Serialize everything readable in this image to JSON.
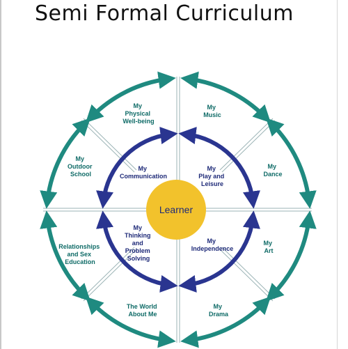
{
  "title": "Semi Formal Curriculum",
  "colors": {
    "teal": "#1f8a80",
    "navy": "#2a3590",
    "learner_circle": "#f2c22c",
    "spoke": "#9bb3b5",
    "outer_text": "#0f6b67",
    "inner_text": "#1e2a78"
  },
  "center": {
    "label": "Learner"
  },
  "inner_areas": [
    {
      "id": "communication",
      "lines": [
        "My",
        "Communication"
      ]
    },
    {
      "id": "play-and-leisure",
      "lines": [
        "My",
        "Play and",
        "Leisure"
      ]
    },
    {
      "id": "independence",
      "lines": [
        "My",
        "Independence"
      ]
    },
    {
      "id": "thinking-and-problem-solving",
      "lines": [
        "My",
        "Thinking",
        "and",
        "Problem",
        "Solving"
      ]
    }
  ],
  "outer_areas": [
    {
      "id": "physical-well-being",
      "lines": [
        "My",
        "Physical",
        "Well-being"
      ]
    },
    {
      "id": "music",
      "lines": [
        "My",
        "Music"
      ]
    },
    {
      "id": "dance",
      "lines": [
        "My",
        "Dance"
      ]
    },
    {
      "id": "art",
      "lines": [
        "My",
        "Art"
      ]
    },
    {
      "id": "drama",
      "lines": [
        "My",
        "Drama"
      ]
    },
    {
      "id": "the-world-about-me",
      "lines": [
        "The World",
        "About Me"
      ]
    },
    {
      "id": "relationships-and-sex-education",
      "lines": [
        "Relationships",
        "and Sex",
        "Education"
      ]
    },
    {
      "id": "outdoor-school",
      "lines": [
        "My",
        "Outdoor",
        "School"
      ]
    }
  ]
}
